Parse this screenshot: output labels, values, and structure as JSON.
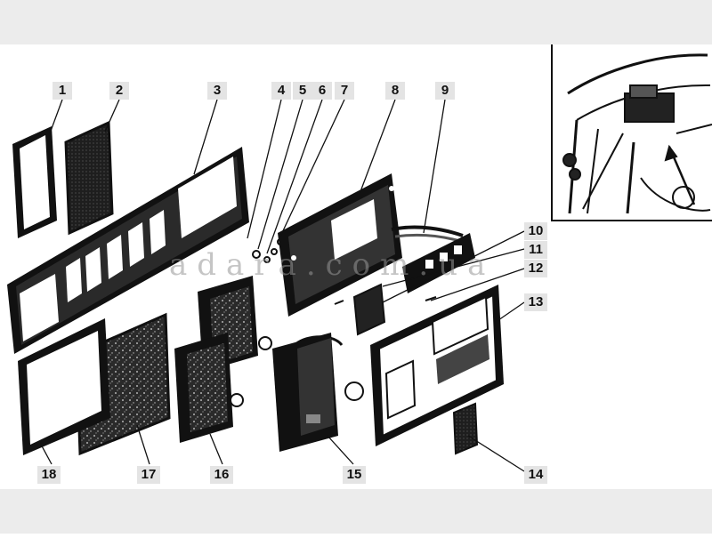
{
  "callouts": {
    "c1": "1",
    "c2": "2",
    "c3": "3",
    "c4": "4",
    "c5": "5",
    "c6": "6",
    "c7": "7",
    "c8": "8",
    "c9": "9",
    "c10": "10",
    "c11": "11",
    "c12": "12",
    "c13": "13",
    "c14": "14",
    "c15": "15",
    "c16": "16",
    "c17": "17",
    "c18": "18"
  },
  "watermark": "adara.com.ua",
  "colors": {
    "ink": "#111111",
    "label_bg": "#e4e4e4",
    "paper": "#ffffff"
  }
}
